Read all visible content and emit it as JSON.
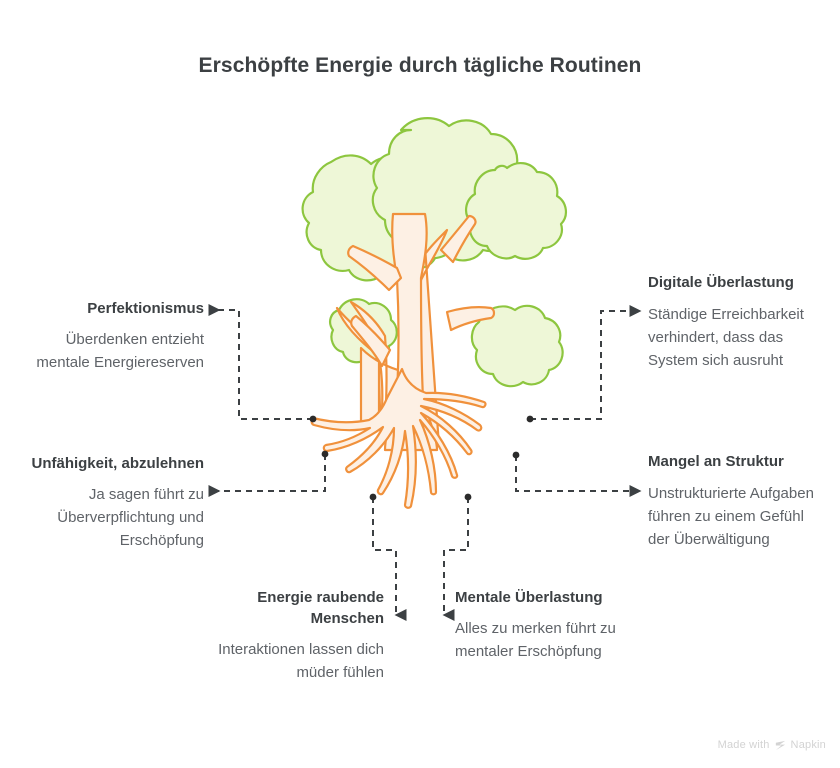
{
  "page": {
    "title": "Erschöpfte Energie durch tägliche Routinen",
    "background_color": "#ffffff",
    "text_color": "#3c4043",
    "muted_text_color": "#5f6368"
  },
  "illustration": {
    "name": "tree-with-roots",
    "foliage_fill": "#eef7d7",
    "foliage_stroke": "#8dc63f",
    "trunk_fill": "#fdf0e4",
    "trunk_stroke": "#f0913c",
    "connector_color": "#3c4043"
  },
  "nodes": [
    {
      "id": "perfektionismus",
      "title": "Perfektionismus",
      "description": "Überdenken entzieht mentale Energiereserven",
      "side": "left"
    },
    {
      "id": "unfaehigkeit",
      "title": "Unfähigkeit, abzulehnen",
      "description": "Ja sagen führt zu Überverpflichtung und Erschöpfung",
      "side": "left"
    },
    {
      "id": "digitale",
      "title": "Digitale Überlastung",
      "description": "Ständige Erreichbarkeit verhindert, dass das System sich ausruht",
      "side": "right"
    },
    {
      "id": "struktur",
      "title": "Mangel an Struktur",
      "description": "Unstrukturierte Aufgaben führen zu einem Gefühl der Überwältigung",
      "side": "right"
    },
    {
      "id": "menschen",
      "title": "Energie raubende Menschen",
      "description": "Interaktionen lassen dich müder fühlen",
      "side": "bottom-left"
    },
    {
      "id": "mentale",
      "title": "Mentale Überlastung",
      "description": "Alles zu merken führt zu mentaler Erschöpfung",
      "side": "bottom-right"
    }
  ],
  "watermark": {
    "text": "Made with",
    "brand": "Napkin",
    "icon": "napkin-logo-icon"
  }
}
